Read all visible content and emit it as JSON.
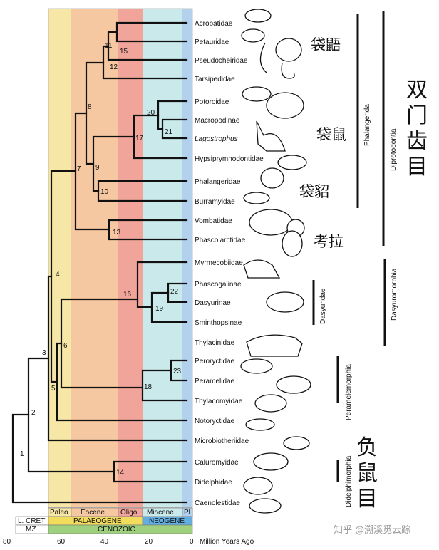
{
  "tips": [
    "Acrobatidae",
    "Petauridae",
    "Pseudocheiridae",
    "Tarsipedidae",
    "Potoroidae",
    "Macropodinae",
    "Lagostrophus",
    "Hypsiprymnodontidae",
    "Phalangeridae",
    "Burramyidae",
    "Vombatidae",
    "Phascolarctidae",
    "Myrmecobiidae",
    "Phascogalinae",
    "Dasyurinae",
    "Sminthopsinae",
    "Thylacinidae",
    "Peroryctidae",
    "Peramelidae",
    "Thylacomyidae",
    "Notoryctidae",
    "Microbiotheriidae",
    "Caluromyidae",
    "Didelphidae",
    "Caenolestidae"
  ],
  "nodes": [
    "1",
    "2",
    "3",
    "4",
    "5",
    "6",
    "7",
    "8",
    "9",
    "10",
    "11",
    "12",
    "13",
    "14",
    "15",
    "16",
    "17",
    "18",
    "19",
    "20",
    "21",
    "22",
    "23"
  ],
  "timescale": {
    "epochs": [
      "Paleo",
      "Eocene",
      "Oligo",
      "Miocene",
      "Pl"
    ],
    "periods_left": [
      "L. CRET",
      "MZ"
    ],
    "periods": [
      "PALAEOGENE",
      "NEOGENE"
    ],
    "era": "CENOZOIC",
    "ticks": [
      "80",
      "60",
      "40",
      "20",
      "0"
    ],
    "axis_label": "Million Years Ago"
  },
  "groups": {
    "phalangerida": "Phalangerida",
    "diprotodontia": "Diprotodontia",
    "dasyuridae": "Dasyuridae",
    "dasyuromorphia": "Dasyuromorphia",
    "peramelemorphia": "Peramelemorphia",
    "didelphimorphia": "Didelphimorphia"
  },
  "chinese": {
    "daiyou": "袋鼯",
    "daishu": "袋鼠",
    "daidiao": "袋貂",
    "kaola": "考拉",
    "shuangmen": [
      "双",
      "门",
      "齿",
      "目"
    ],
    "fushu": [
      "负",
      "鼠",
      "目"
    ]
  },
  "watermark": "知乎 @溯溪觅云踪",
  "colors": {
    "paleo": "#f6e7a6",
    "eocene": "#f6c8a1",
    "oligo": "#f0a49a",
    "miocene": "#c9e9ea",
    "pliocene": "#b3d0ec",
    "cenozoic": "#9fd07d",
    "neogene_bar": "#63aee0",
    "palaeogene_bar": "#f2dc5c"
  }
}
